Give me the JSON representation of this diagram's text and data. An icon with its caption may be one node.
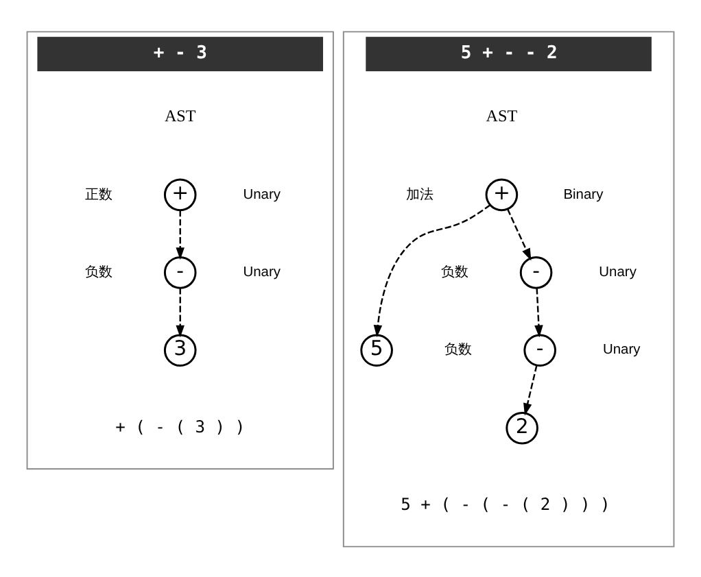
{
  "diagram": {
    "nodes": [
      {
        "text": [
          "+ - 3"
        ]
      },
      {
        "text": [
          "+"
        ],
        "in": 0,
        "beside": [
          "正数",
          "Unary"
        ]
      },
      {
        "text": [
          "-"
        ],
        "in": 0,
        "beside": [
          "负数",
          "Unary"
        ]
      },
      {
        "text": [
          "3"
        ],
        "in": 0
      },
      {
        "text": [
          "5 + - - 2"
        ]
      },
      {
        "text": [
          "+"
        ],
        "in": 4,
        "beside": [
          "加法",
          "Binary"
        ]
      },
      {
        "text": [
          "5"
        ],
        "in": 4
      },
      {
        "text": [
          "-"
        ],
        "in": 4,
        "beside": [
          "负数",
          "Unary"
        ]
      },
      {
        "text": [
          "-"
        ],
        "in": 4,
        "beside": [
          "负数",
          "Unary"
        ]
      },
      {
        "text": [
          "2"
        ],
        "in": 4
      }
    ],
    "edges": [
      {
        "from": 1,
        "to": 2,
        "arrow": "to",
        "style": "dashed"
      },
      {
        "from": 2,
        "to": 3,
        "arrow": "to",
        "style": "dashed"
      },
      {
        "from": 5,
        "to": 6,
        "arrow": "to",
        "style": "dashed"
      },
      {
        "from": 5,
        "to": 7,
        "arrow": "to",
        "style": "dashed"
      },
      {
        "from": 7,
        "to": 8,
        "arrow": "to",
        "style": "dashed"
      },
      {
        "from": 8,
        "to": 9,
        "arrow": "to",
        "style": "dashed"
      }
    ],
    "labels": [
      "AST",
      "AST",
      "+ ( - ( 3 ) )",
      "5 + ( - ( - ( 2 ) ) )"
    ]
  }
}
